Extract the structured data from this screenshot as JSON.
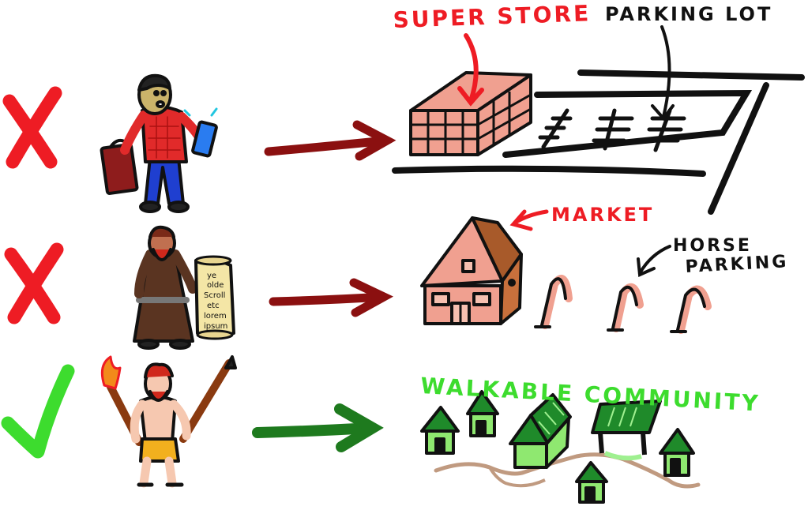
{
  "labels": {
    "superstore": "SUPER STORE",
    "parking_lot": "PARKING LOT",
    "market": "MARKET",
    "horse_parking_line1": "HORSE",
    "horse_parking_line2": "PARKING",
    "walkable_community": "WALKABLE COMMUNITY"
  },
  "scroll_text": [
    "ye",
    "olde",
    "Scroll",
    "etc",
    "lorem",
    "ipsum"
  ],
  "rows": [
    {
      "verdict": "x-mark",
      "person": "modern-shopper",
      "destination": "superstore-with-parking-lot"
    },
    {
      "verdict": "x-mark",
      "person": "medieval-monk",
      "destination": "market-with-horse-parking"
    },
    {
      "verdict": "check-mark",
      "person": "caveman-with-torch",
      "destination": "walkable-community"
    }
  ],
  "colors": {
    "x_mark": "#ee1c24",
    "check_mark": "#3ddc2e",
    "arrow_bad": "#8b1010",
    "arrow_good": "#1e7a1e",
    "label_red": "#ee1c24",
    "label_green": "#3ddc2e"
  }
}
